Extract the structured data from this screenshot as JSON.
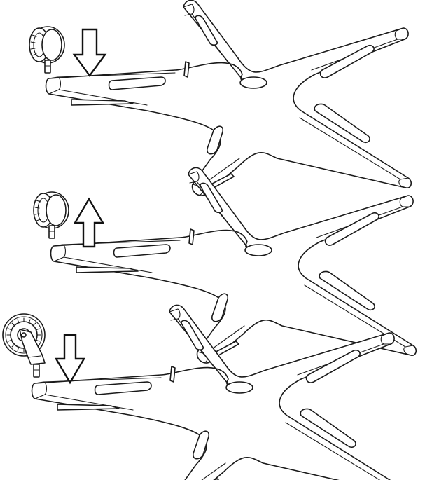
{
  "figure": {
    "steps": [
      {
        "action": "insert-caster",
        "arrow": "down",
        "caster": "wheel"
      },
      {
        "action": "remove-caster",
        "arrow": "up",
        "caster": "wheel"
      },
      {
        "action": "insert-caster",
        "arrow": "down",
        "caster": "wheel-with-bracket"
      }
    ],
    "colors": {
      "line": "#1a1a1a",
      "fill": "#ffffff"
    }
  }
}
